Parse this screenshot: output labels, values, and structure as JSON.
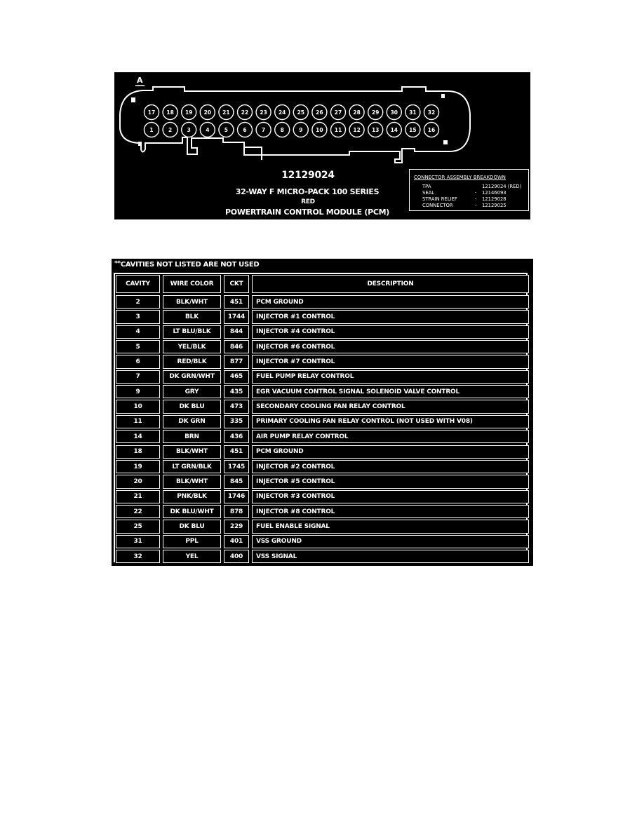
{
  "connector": {
    "cavity_marker": "A",
    "part_number": "12129024",
    "series": "32-WAY F MICRO-PACK 100 SERIES",
    "color": "RED",
    "module": "POWERTRAIN CONTROL MODULE (PCM)",
    "pins_top": [
      "17",
      "18",
      "19",
      "20",
      "21",
      "22",
      "23",
      "24",
      "25",
      "26",
      "27",
      "28",
      "29",
      "30",
      "31",
      "32"
    ],
    "pins_bottom": [
      "1",
      "2",
      "3",
      "4",
      "5",
      "6",
      "7",
      "8",
      "9",
      "10",
      "11",
      "12",
      "13",
      "14",
      "15",
      "16"
    ],
    "breakdown": {
      "title": "CONNECTOR ASSEMBLY BREAKDOWN",
      "items": [
        {
          "name": "TPA",
          "dash": "",
          "value": "12129024 (RED)"
        },
        {
          "name": "SEAL",
          "dash": "-",
          "value": "12146093"
        },
        {
          "name": "STRAIN RELIEF",
          "dash": "-",
          "value": "12129028"
        },
        {
          "name": "CONNECTOR",
          "dash": "-",
          "value": "12129025"
        }
      ]
    }
  },
  "table": {
    "note_stars": "**",
    "note": "CAVITIES NOT LISTED ARE NOT USED",
    "headers": {
      "cavity": "CAVITY",
      "wire_color": "WIRE COLOR",
      "ckt": "CKT",
      "description": "DESCRIPTION"
    },
    "rows": [
      {
        "cavity": "2",
        "wire_color": "BLK/WHT",
        "ckt": "451",
        "description": "PCM GROUND"
      },
      {
        "cavity": "3",
        "wire_color": "BLK",
        "ckt": "1744",
        "description": "INJECTOR #1 CONTROL"
      },
      {
        "cavity": "4",
        "wire_color": "LT BLU/BLK",
        "ckt": "844",
        "description": "INJECTOR #4 CONTROL"
      },
      {
        "cavity": "5",
        "wire_color": "YEL/BLK",
        "ckt": "846",
        "description": "INJECTOR #6 CONTROL"
      },
      {
        "cavity": "6",
        "wire_color": "RED/BLK",
        "ckt": "877",
        "description": "INJECTOR #7 CONTROL"
      },
      {
        "cavity": "7",
        "wire_color": "DK GRN/WHT",
        "ckt": "465",
        "description": "FUEL PUMP RELAY CONTROL"
      },
      {
        "cavity": "9",
        "wire_color": "GRY",
        "ckt": "435",
        "description": "EGR VACUUM CONTROL SIGNAL SOLENOID VALVE CONTROL"
      },
      {
        "cavity": "10",
        "wire_color": "DK BLU",
        "ckt": "473",
        "description": "SECONDARY COOLING FAN RELAY CONTROL"
      },
      {
        "cavity": "11",
        "wire_color": "DK GRN",
        "ckt": "335",
        "description": "PRIMARY COOLING FAN RELAY CONTROL (NOT USED WITH V08)"
      },
      {
        "cavity": "14",
        "wire_color": "BRN",
        "ckt": "436",
        "description": "AIR PUMP RELAY CONTROL"
      },
      {
        "cavity": "18",
        "wire_color": "BLK/WHT",
        "ckt": "451",
        "description": "PCM GROUND"
      },
      {
        "cavity": "19",
        "wire_color": "LT GRN/BLK",
        "ckt": "1745",
        "description": "INJECTOR #2 CONTROL"
      },
      {
        "cavity": "20",
        "wire_color": "BLK/WHT",
        "ckt": "845",
        "description": "INJECTOR #5 CONTROL"
      },
      {
        "cavity": "21",
        "wire_color": "PNK/BLK",
        "ckt": "1746",
        "description": "INJECTOR #3 CONTROL"
      },
      {
        "cavity": "22",
        "wire_color": "DK BLU/WHT",
        "ckt": "878",
        "description": "INJECTOR #8 CONTROL"
      },
      {
        "cavity": "25",
        "wire_color": "DK BLU",
        "ckt": "229",
        "description": "FUEL ENABLE SIGNAL"
      },
      {
        "cavity": "31",
        "wire_color": "PPL",
        "ckt": "401",
        "description": "VSS GROUND"
      },
      {
        "cavity": "32",
        "wire_color": "YEL",
        "ckt": "400",
        "description": "VSS SIGNAL"
      }
    ]
  }
}
